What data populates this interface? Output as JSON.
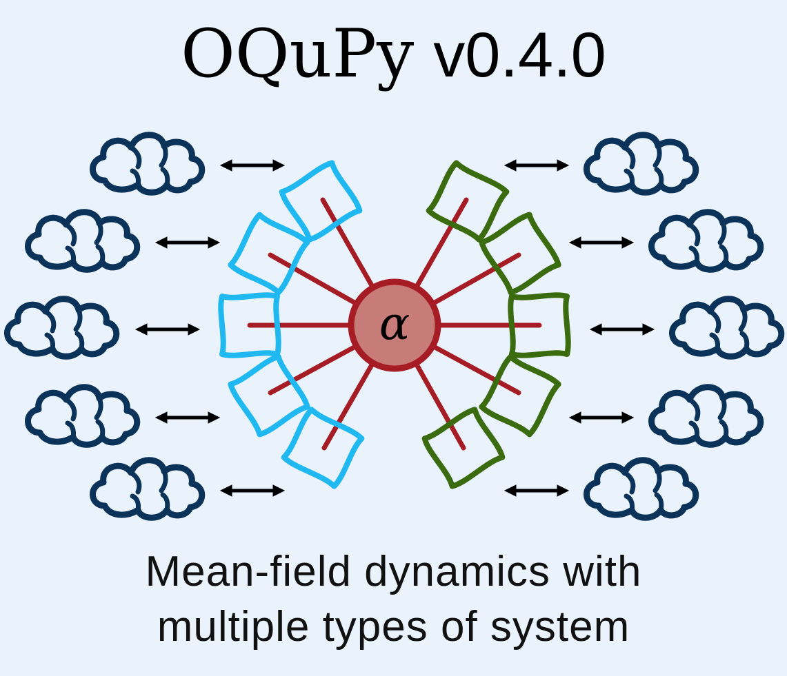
{
  "title": {
    "name": "OQuPy",
    "version": "v0.4.0"
  },
  "diagram": {
    "center_symbol": "α",
    "left_system_color": "#1fb8f0",
    "right_system_color": "#3a6b0f",
    "link_color": "#a61c24",
    "center_fill": "#c87c79",
    "cloud_color": "#0b3258",
    "arrow_color": "#000000"
  },
  "caption": {
    "line1": "Mean-field dynamics with",
    "line2": "multiple types of system"
  }
}
